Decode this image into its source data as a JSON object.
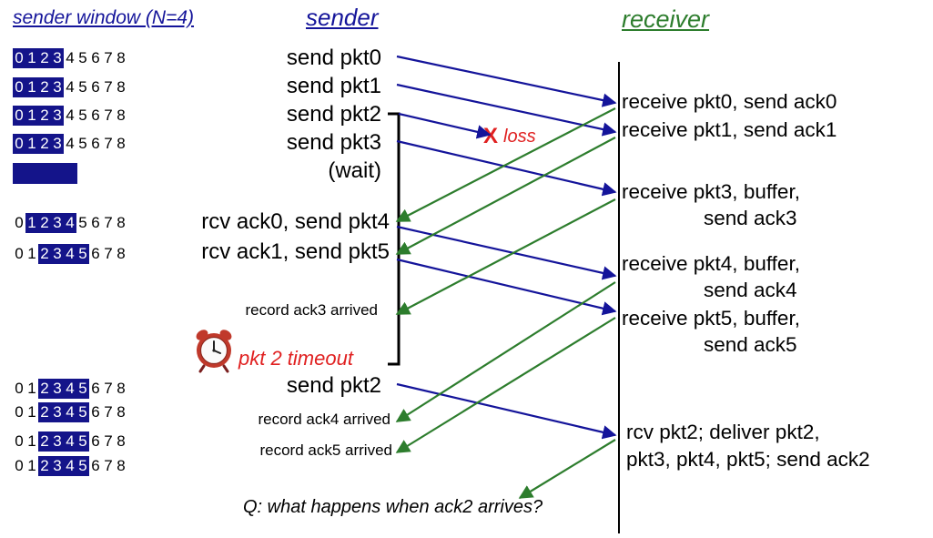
{
  "headers": {
    "sender_window": "sender window (N=4)",
    "sender": "sender",
    "receiver": "receiver"
  },
  "window_rows": [
    {
      "digits": [
        "0",
        "1",
        "2",
        "3",
        "4",
        "5",
        "6",
        "7",
        "8"
      ],
      "highlight": [
        0,
        1,
        2,
        3
      ]
    },
    {
      "digits": [
        "0",
        "1",
        "2",
        "3",
        "4",
        "5",
        "6",
        "7",
        "8"
      ],
      "highlight": [
        0,
        1,
        2,
        3
      ]
    },
    {
      "digits": [
        "0",
        "1",
        "2",
        "3",
        "4",
        "5",
        "6",
        "7",
        "8"
      ],
      "highlight": [
        0,
        1,
        2,
        3
      ]
    },
    {
      "digits": [
        "0",
        "1",
        "2",
        "3",
        "4",
        "5",
        "6",
        "7",
        "8"
      ],
      "highlight": [
        0,
        1,
        2,
        3
      ]
    },
    {
      "digits": [
        "0",
        "1",
        "2",
        "3",
        "4",
        "5",
        "6",
        "7",
        "8"
      ],
      "highlight": [
        1,
        2,
        3,
        4
      ]
    },
    {
      "digits": [
        "0",
        "1",
        "2",
        "3",
        "4",
        "5",
        "6",
        "7",
        "8"
      ],
      "highlight": [
        2,
        3,
        4,
        5
      ]
    },
    {
      "digits": [
        "0",
        "1",
        "2",
        "3",
        "4",
        "5",
        "6",
        "7",
        "8"
      ],
      "highlight": [
        2,
        3,
        4,
        5
      ]
    },
    {
      "digits": [
        "0",
        "1",
        "2",
        "3",
        "4",
        "5",
        "6",
        "7",
        "8"
      ],
      "highlight": [
        2,
        3,
        4,
        5
      ]
    },
    {
      "digits": [
        "0",
        "1",
        "2",
        "3",
        "4",
        "5",
        "6",
        "7",
        "8"
      ],
      "highlight": [
        2,
        3,
        4,
        5
      ]
    },
    {
      "digits": [
        "0",
        "1",
        "2",
        "3",
        "4",
        "5",
        "6",
        "7",
        "8"
      ],
      "highlight": [
        2,
        3,
        4,
        5
      ]
    }
  ],
  "sender_events": {
    "send_pkt0": "send  pkt0",
    "send_pkt1": "send  pkt1",
    "send_pkt2": "send  pkt2",
    "send_pkt3": "send  pkt3",
    "wait": "(wait)",
    "rcv_ack0": "rcv ack0, send pkt4",
    "rcv_ack1": "rcv ack1, send pkt5",
    "record_ack3": "record ack3 arrived",
    "timeout": "pkt 2 timeout",
    "resend_pkt2": "send  pkt2",
    "record_ack4": "record ack4 arrived",
    "record_ack5": "record ack5 arrived"
  },
  "receiver_events": {
    "r0": "receive pkt0, send ack0",
    "r1": "receive pkt1, send ack1",
    "r3a": "receive pkt3, buffer,",
    "r3b": "send ack3",
    "r4a": "receive pkt4, buffer,",
    "r4b": "send ack4",
    "r5a": "receive pkt5, buffer,",
    "r5b": "send ack5",
    "r2a": "rcv pkt2; deliver pkt2,",
    "r2b": "pkt3, pkt4, pkt5; send ack2"
  },
  "loss": {
    "mark": "X",
    "label": "loss"
  },
  "question": "Q: what happens when ack2 arrives?",
  "colors": {
    "sender_accent": "#14149a",
    "receiver_accent": "#2d7d2d",
    "alert": "#e02020"
  },
  "icons": {
    "timer": "alarm-clock-icon"
  }
}
